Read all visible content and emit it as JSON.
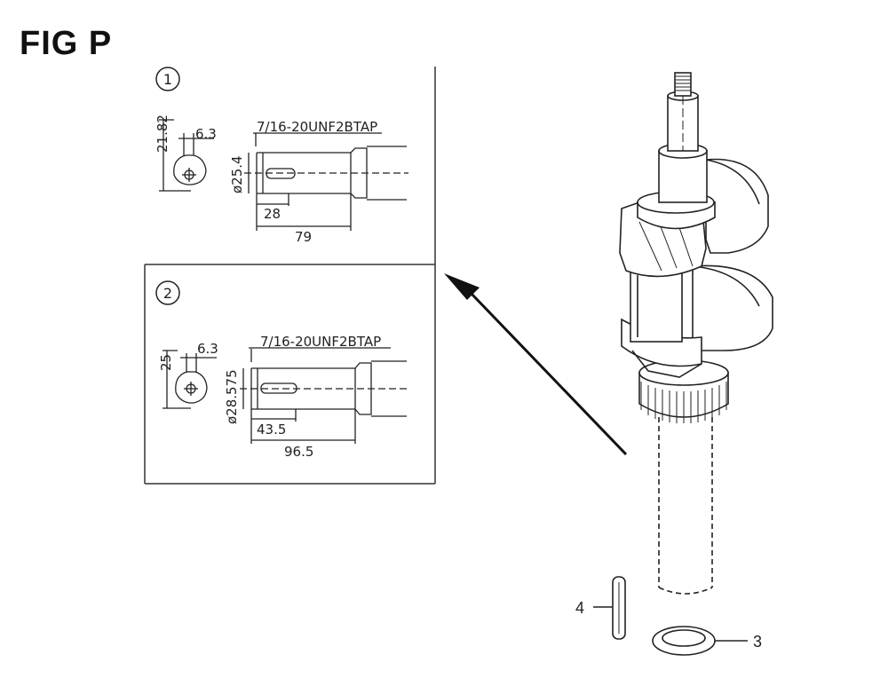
{
  "figure": {
    "title": "FIG P"
  },
  "detail_1": {
    "number": "1",
    "dims": {
      "height": "21.82",
      "key": "6.3",
      "tap": "7/16-20UNF2BTAP",
      "diameter": "ø25.4",
      "depth": "28",
      "length": "79"
    }
  },
  "detail_2": {
    "number": "2",
    "dims": {
      "height": "25",
      "key": "6.3",
      "tap": "7/16-20UNF2BTAP",
      "diameter": "ø28.575",
      "depth": "43.5",
      "length": "96.5"
    }
  },
  "parts": [
    {
      "number": "4",
      "name": "key"
    },
    {
      "number": "3",
      "name": "washer"
    }
  ]
}
